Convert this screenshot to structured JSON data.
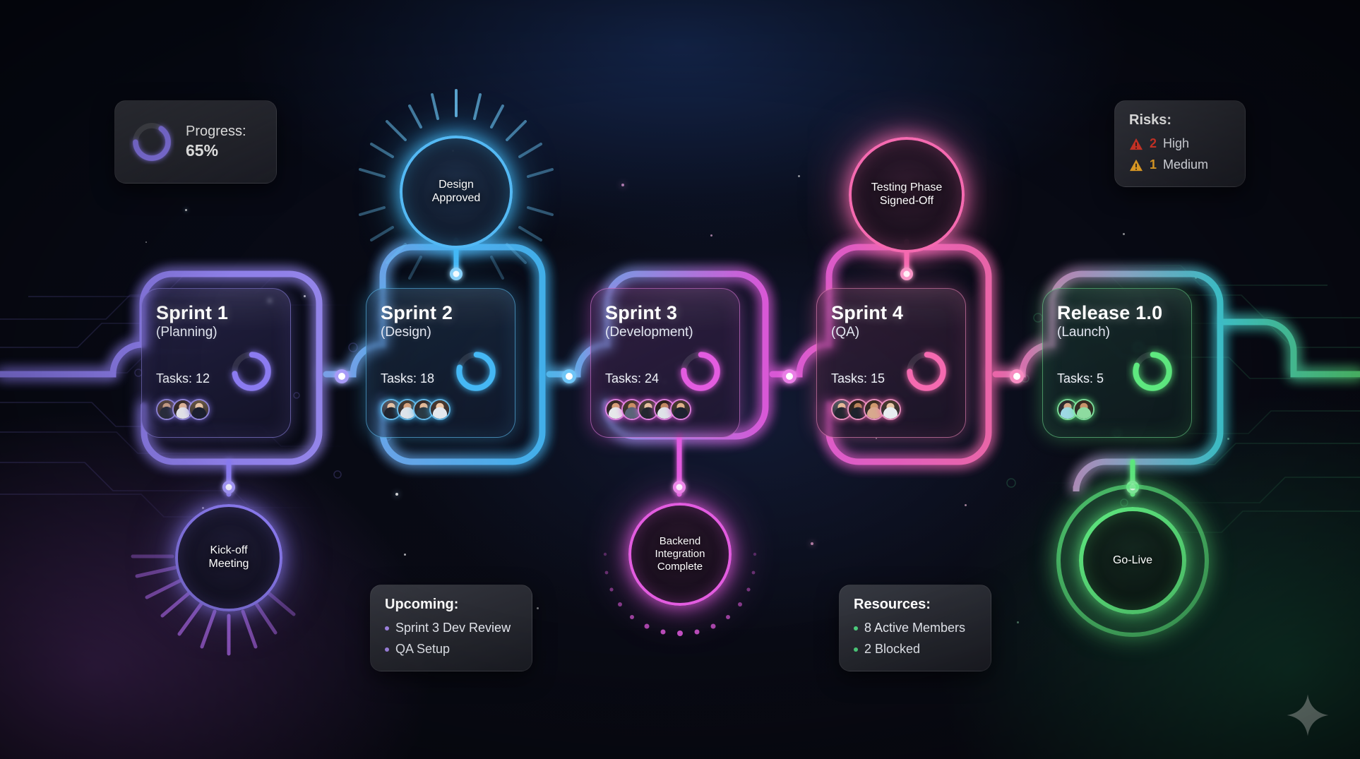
{
  "theme": {
    "bg_dark": "#070a16",
    "accent_purple": "#8b7bf0",
    "accent_cyan": "#45b8f5",
    "accent_magenta": "#e35ce0",
    "accent_pink": "#f56ab0",
    "accent_green": "#5ee87f",
    "risk_high": "#e0392b",
    "risk_medium": "#f0a828"
  },
  "progress_card": {
    "name": "progress-summary",
    "label": "Progress:",
    "value": "65%",
    "percent": 65,
    "ring_color": "#8b7bf0"
  },
  "risks_card": {
    "title": "Risks:",
    "items": [
      {
        "icon": "warning-triangle-icon",
        "count": "2",
        "level": "High",
        "color": "#e0392b"
      },
      {
        "icon": "warning-triangle-icon",
        "count": "1",
        "level": "Medium",
        "color": "#f0a828"
      }
    ]
  },
  "upcoming_card": {
    "title": "Upcoming:",
    "bullet_color": "#a98cf0",
    "items": [
      "Sprint 3 Dev Review",
      "QA Setup"
    ]
  },
  "resources_card": {
    "title": "Resources:",
    "bullet_color": "#4fd17f",
    "items": [
      "8 Active Members",
      "2 Blocked"
    ]
  },
  "sprints": [
    {
      "id": "sprint-1",
      "title": "Sprint 1",
      "phase": "(Planning)",
      "tasks_label": "Tasks: 12",
      "tasks": 12,
      "color": "#8b7bf0",
      "ring_percent": 72,
      "avatars": 3,
      "avatar_tones": [
        "#caa088",
        "#e2b79a",
        "#e8c4a6"
      ]
    },
    {
      "id": "sprint-2",
      "title": "Sprint 2",
      "phase": "(Design)",
      "tasks_label": "Tasks: 18",
      "tasks": 18,
      "color": "#45b8f5",
      "ring_percent": 78,
      "avatars": 4,
      "avatar_tones": [
        "#e9c3a4",
        "#d8a37e",
        "#e3b996",
        "#eec9aa"
      ]
    },
    {
      "id": "sprint-3",
      "title": "Sprint 3",
      "phase": "(Development)",
      "tasks_label": "Tasks: 24",
      "tasks": 24,
      "color": "#e35ce0",
      "ring_percent": 75,
      "avatars": 5,
      "avatar_tones": [
        "#d8a078",
        "#c98f63",
        "#e6c0a0",
        "#c08a62",
        "#e0b08a"
      ]
    },
    {
      "id": "sprint-4",
      "title": "Sprint 4",
      "phase": "(QA)",
      "tasks_label": "Tasks: 15",
      "tasks": 15,
      "color": "#f56ab0",
      "ring_percent": 74,
      "avatars": 4,
      "avatar_tones": [
        "#e6bb99",
        "#b9835c",
        "#cf9a6e",
        "#e9c6a7"
      ]
    },
    {
      "id": "release-1",
      "title": "Release 1.0",
      "phase": "(Launch)",
      "tasks_label": "Tasks: 5",
      "tasks": 5,
      "color": "#5ee87f",
      "ring_percent": 80,
      "avatars": 2,
      "avatar_tones": [
        "#d8a98a",
        "#c9936a"
      ]
    }
  ],
  "milestones": [
    {
      "id": "milestone-design-approved",
      "lines": [
        "Design",
        "Approved"
      ],
      "color": "#45b8f5",
      "position": "top",
      "effect": "burst-rays"
    },
    {
      "id": "milestone-testing-signed-off",
      "lines": [
        "Testing Phase",
        "Signed-Off"
      ],
      "color": "#f56ab0",
      "position": "top",
      "effect": "glow"
    },
    {
      "id": "milestone-kickoff",
      "lines": [
        "Kick-off",
        "Meeting"
      ],
      "color": "#8b7bf0",
      "position": "bottom",
      "effect": "burst-rays"
    },
    {
      "id": "milestone-backend-integration",
      "lines": [
        "Backend",
        "Integration",
        "Complete"
      ],
      "color": "#e35ce0",
      "position": "bottom",
      "effect": "dotted-arc"
    },
    {
      "id": "milestone-go-live",
      "lines": [
        "Go-Live"
      ],
      "color": "#5ee87f",
      "position": "bottom",
      "effect": "double-ring"
    }
  ],
  "watermark": {
    "icon": "sparkle-icon",
    "color": "#b9c9c2"
  }
}
